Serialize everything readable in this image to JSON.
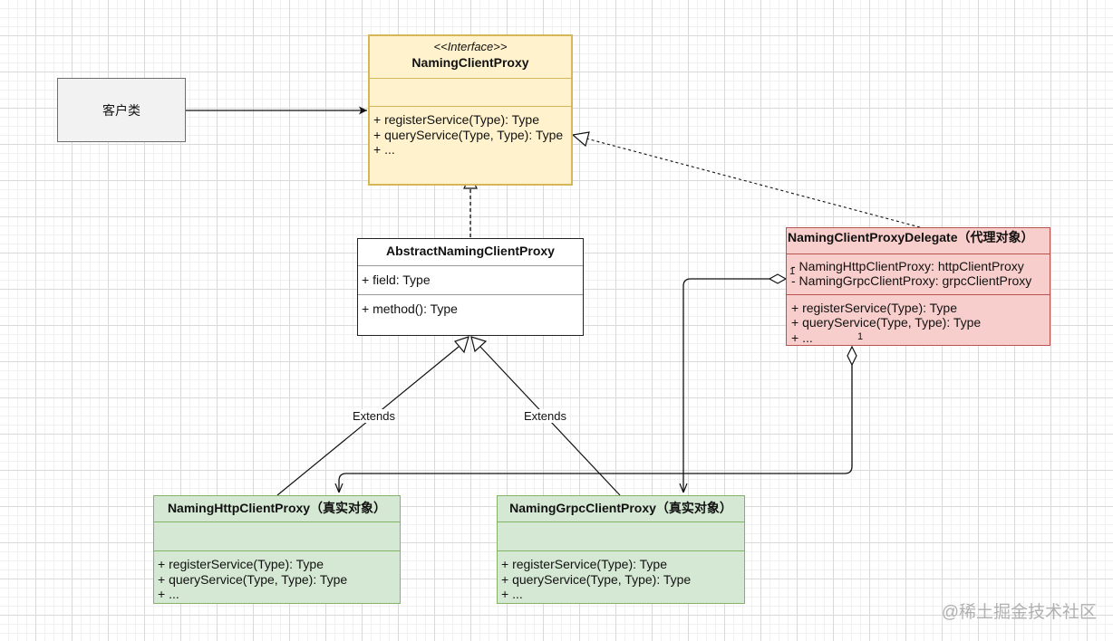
{
  "client": {
    "label": "客户类"
  },
  "interface_class": {
    "stereotype": "<<Interface>>",
    "name": "NamingClientProxy",
    "fields": [],
    "methods": [
      "+ registerService(Type): Type",
      "+ queryService(Type, Type): Type",
      "+ ..."
    ]
  },
  "abstract_class": {
    "name": "AbstractNamingClientProxy",
    "fields": [
      "+ field: Type"
    ],
    "methods": [
      "+ method(): Type"
    ]
  },
  "delegate_class": {
    "name": "NamingClientProxyDelegate（代理对象）",
    "fields": [
      "- NamingHttpClientProxy: httpClientProxy",
      "- NamingGrpcClientProxy: grpcClientProxy"
    ],
    "methods": [
      "+ registerService(Type): Type",
      "+ queryService(Type, Type): Type",
      "+ ..."
    ]
  },
  "http_class": {
    "name": "NamingHttpClientProxy（真实对象）",
    "methods": [
      "+ registerService(Type): Type",
      "+ queryService(Type, Type): Type",
      "+ ..."
    ]
  },
  "grpc_class": {
    "name": "NamingGrpcClientProxy（真实对象）",
    "methods": [
      "+ registerService(Type): Type",
      "+ queryService(Type, Type): Type",
      "+ ..."
    ]
  },
  "relations": {
    "http_extends_label": "Extends",
    "grpc_extends_label": "Extends",
    "grpc_multiplicity": "1",
    "http_multiplicity": "1"
  },
  "watermark": "@稀土掘金技术社区",
  "colors": {
    "interface_fill": "#fff2cc",
    "interface_border": "#d6b656",
    "delegate_fill": "#f8cecc",
    "delegate_border": "#b85450",
    "concrete_fill": "#d5e8d4",
    "concrete_border": "#82b366",
    "client_fill": "#f2f2f2"
  }
}
